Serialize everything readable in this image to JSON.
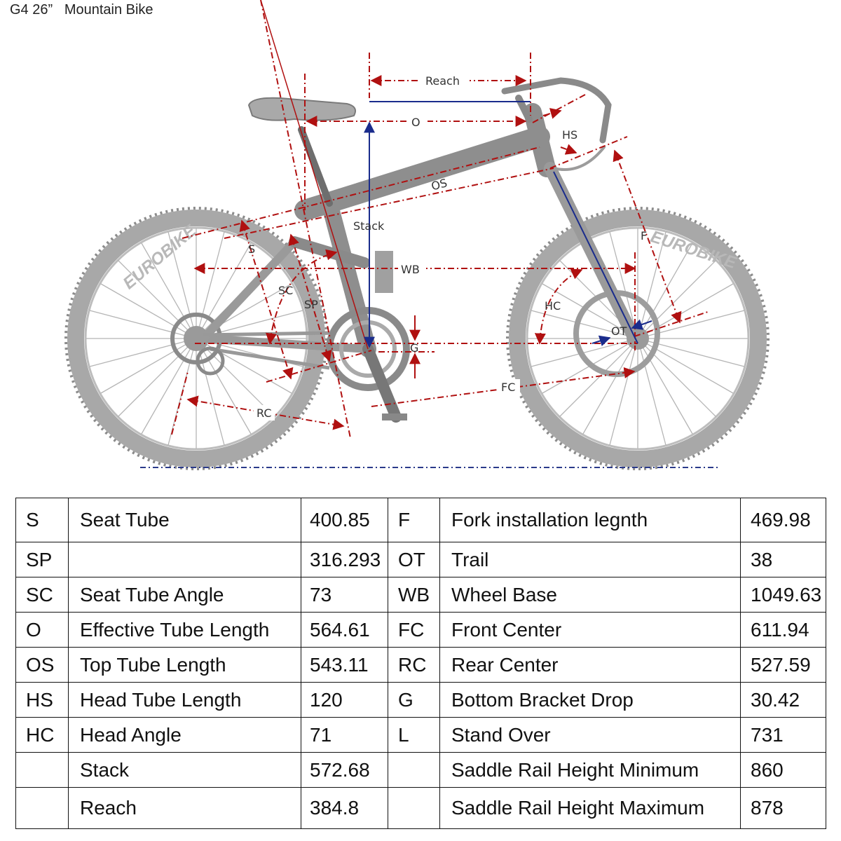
{
  "title": "G4 26”   Mountain Bike",
  "diagram_labels": {
    "reach": "Reach",
    "o": "O",
    "hs": "HS",
    "os": "OS",
    "stack": "Stack",
    "f": "F",
    "s": "S",
    "wb": "WB",
    "sc": "SC",
    "sp": "SP",
    "hc": "HC",
    "ot": "OT",
    "g": "G",
    "fc": "FC",
    "rc": "RC"
  },
  "wheel_text": "EUROBIKE",
  "spec_rows": [
    {
      "code": "S",
      "name": "Seat Tube",
      "value": "400.85",
      "code2": "F",
      "name2": "Fork installation legnth",
      "value2": "469.98"
    },
    {
      "code": "SP",
      "name": "",
      "value": "316.293",
      "code2": "OT",
      "name2": "Trail",
      "value2": "38"
    },
    {
      "code": "SC",
      "name": "Seat Tube Angle",
      "value": "73",
      "code2": "WB",
      "name2": "Wheel Base",
      "value2": "1049.63"
    },
    {
      "code": "O",
      "name": "Effective Tube Length",
      "value": "564.61",
      "code2": "FC",
      "name2": "Front Center",
      "value2": "611.94"
    },
    {
      "code": "OS",
      "name": "Top Tube Length",
      "value": "543.11",
      "code2": "RC",
      "name2": "Rear Center",
      "value2": "527.59"
    },
    {
      "code": "HS",
      "name": "Head Tube Length",
      "value": "120",
      "code2": "G",
      "name2": "Bottom Bracket Drop",
      "value2": "30.42"
    },
    {
      "code": "HC",
      "name": "Head Angle",
      "value": "71",
      "code2": "L",
      "name2": "Stand Over",
      "value2": "731"
    },
    {
      "code": "",
      "name": "Stack",
      "value": "572.68",
      "code2": "",
      "name2": "Saddle Rail Height Minimum",
      "value2": "860"
    },
    {
      "code": "",
      "name": "Reach",
      "value": "384.8",
      "code2": "",
      "name2": "Saddle Rail Height Maximum",
      "value2": "878"
    }
  ],
  "colors": {
    "dimension_line": "#b01010",
    "stack_line": "#1a2c8c",
    "ground_line": "#2a3a8a",
    "bike_gray": "#9a9a9a",
    "bike_dark": "#6a6a6a"
  }
}
